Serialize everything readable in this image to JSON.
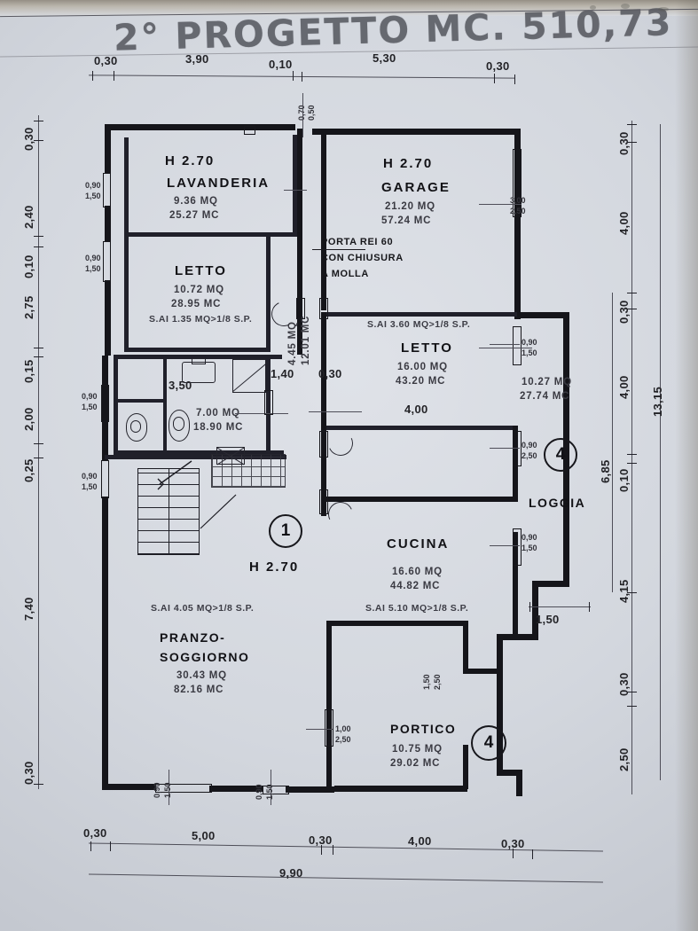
{
  "document": {
    "handwritten_title": "2° PROGETTO MC. 510,73",
    "type": "architectural-floor-plan"
  },
  "rooms": [
    {
      "id": "lavanderia",
      "height_label": "H 2.70",
      "name": "LAVANDERIA",
      "area": "9.36 MQ",
      "volume": "25.27 MC"
    },
    {
      "id": "garage",
      "height_label": "H 2.70",
      "name": "GARAGE",
      "area": "21.20 MQ",
      "volume": "57.24 MC"
    },
    {
      "id": "letto_left",
      "name": "LETTO",
      "area": "10.72 MQ",
      "volume": "28.95 MC",
      "sai": "S.AI 1.35 MQ>1/8 S.P."
    },
    {
      "id": "letto_right",
      "name": "LETTO",
      "area": "16.00 MQ",
      "volume": "43.20 MC",
      "sai": "S.AI 3.60 MQ>1/8 S.P.",
      "width": "4,00"
    },
    {
      "id": "bagno",
      "area": "7.00 MQ",
      "volume": "18.90 MC",
      "width": "3,50"
    },
    {
      "id": "disimpegno",
      "area": "4.45 MQ",
      "volume": "12.01 MC"
    },
    {
      "id": "cucina",
      "name": "CUCINA",
      "area": "16.60 MQ",
      "volume": "44.82 MC",
      "sai": "S.AI 5.10 MQ>1/8 S.P."
    },
    {
      "id": "pranzo_soggiorno",
      "name_line1": "PRANZO-",
      "name_line2": "SOGGIORNO",
      "area": "30.43 MQ",
      "volume": "82.16 MC",
      "sai": "S.AI 4.05 MQ>1/8 S.P.",
      "height_label": "H 2.70"
    },
    {
      "id": "loggia",
      "name": "LOGGIA",
      "area": "10.27 MQ",
      "volume": "27.74 MC"
    },
    {
      "id": "portico",
      "name": "PORTICO",
      "area": "10.75 MQ",
      "volume": "29.02 MC"
    }
  ],
  "notes": {
    "fire_door_line1": "PORTA REI 60",
    "fire_door_line2": "CON CHIUSURA",
    "fire_door_line3": "A MOLLA"
  },
  "markers": [
    {
      "id": "marker-1",
      "label": "1"
    },
    {
      "id": "marker-4-loggia",
      "label": "4"
    },
    {
      "id": "marker-4-portico",
      "label": "4"
    }
  ],
  "dimensions": {
    "top_chain": [
      "0,30",
      "3,90",
      "0,10",
      "5,30",
      "0,30"
    ],
    "bottom_chain": [
      "0,30",
      "5,00",
      "0,30",
      "4,00",
      "0,30"
    ],
    "bottom_total": "9,90",
    "left_chain": [
      "0,30",
      "2,40",
      "0,10",
      "2,75",
      "0,15",
      "2,00",
      "0,25"
    ],
    "left_lower": [
      "7,40",
      "0,30"
    ],
    "right_chain": [
      "0,30",
      "4,00",
      "0,30",
      "4,00",
      "0,10",
      "4,15"
    ],
    "right_lower": [
      "0,30",
      "2,50"
    ],
    "right_total": "13,15",
    "right_partial": "6,85",
    "interior": {
      "bagno_width": "3,50",
      "disimpegno_width": "1,40",
      "wall_030": "0,30",
      "letto_width": "4,00",
      "loggia_width": "1,50"
    }
  },
  "openings": {
    "windows_left": [
      "0,90",
      "1,50"
    ],
    "garage_door": [
      "3,00",
      "2,50"
    ],
    "letto_window_right": [
      "0,90",
      "1,50"
    ],
    "loggia_door": [
      "0,90",
      "2,50"
    ],
    "cucina_window": [
      "0,90",
      "1,50"
    ],
    "portico_door": [
      "1,50",
      "2,50"
    ],
    "soggiorno_door": [
      "1,00",
      "2,50"
    ],
    "bottom_windows": [
      "0,90",
      "1,50"
    ],
    "small_top": [
      "0,70",
      "0,50"
    ]
  }
}
